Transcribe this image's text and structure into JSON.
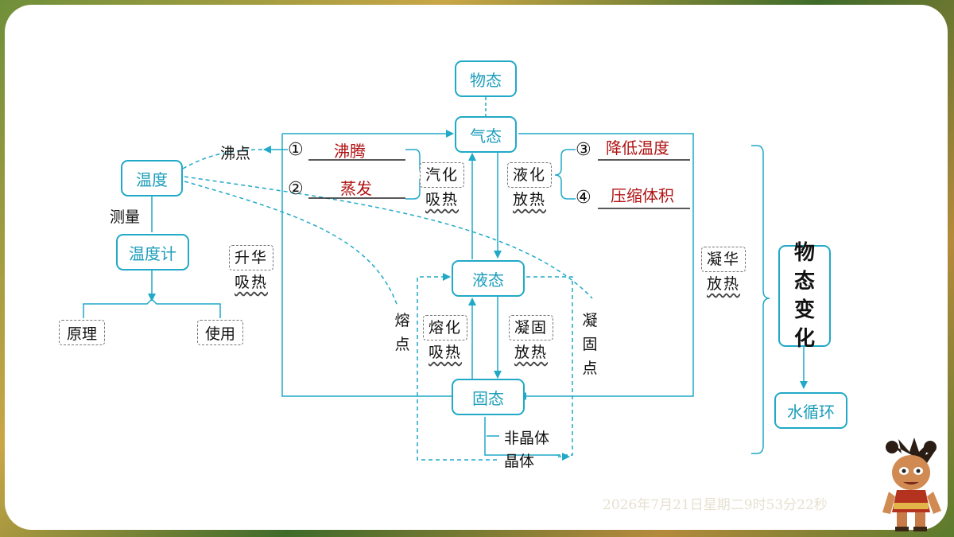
{
  "nodes": {
    "wutai": "物态",
    "qitai": "气态",
    "yetai": "液态",
    "gutai": "固态",
    "wendu": "温度",
    "wenduji": "温度计",
    "yuanli": "原理",
    "shiyong": "使用",
    "shuixunhuan": "水循环",
    "wutai_bianhua": [
      "物",
      "态",
      "变",
      "化"
    ]
  },
  "labels": {
    "feidian": "沸点",
    "celiang": "测量",
    "rongdian": [
      "熔",
      "点"
    ],
    "ningudian": [
      "凝",
      "固",
      "点"
    ],
    "feijingti": "非晶体",
    "jingti": "晶体"
  },
  "processes": {
    "qihua": [
      "汽化",
      "吸热"
    ],
    "yehua": [
      "液化",
      "放热"
    ],
    "shenghua": [
      "升华",
      "吸热"
    ],
    "ninghua": [
      "凝华",
      "放热"
    ],
    "ronghua": [
      "熔化",
      "吸热"
    ],
    "ningu": [
      "凝固",
      "放热"
    ]
  },
  "blanks": [
    {
      "num": "①",
      "answer": "沸腾"
    },
    {
      "num": "②",
      "answer": "蒸发"
    },
    {
      "num": "③",
      "answer": "降低温度"
    },
    {
      "num": "④",
      "answer": "压缩体积"
    }
  ],
  "footer": {
    "timestamp": "2026年7月21日星期二9时53分22秒"
  },
  "colors": {
    "accent": "#21a9c7",
    "answer": "#b01212"
  },
  "icons": {
    "mascot": "nezha-mascot-icon"
  }
}
